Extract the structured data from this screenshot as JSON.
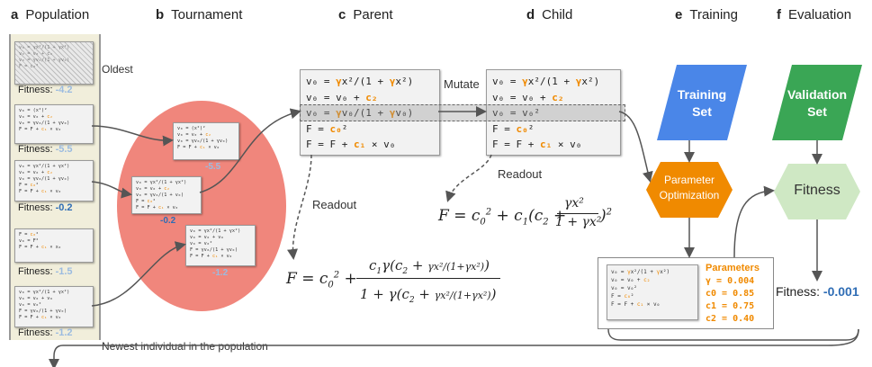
{
  "panels": {
    "a": {
      "letter": "a",
      "title": "Population"
    },
    "b": {
      "letter": "b",
      "title": "Tournament"
    },
    "c": {
      "letter": "c",
      "title": "Parent"
    },
    "d": {
      "letter": "d",
      "title": "Child"
    },
    "e": {
      "letter": "e",
      "title": "Training"
    },
    "f": {
      "letter": "f",
      "title": "Evaluation"
    }
  },
  "population": {
    "oldest_label": "Oldest",
    "newest_label": "Newest individual in the population",
    "fitness_prefix": "Fitness:",
    "individuals": [
      {
        "fitness": "-4.2"
      },
      {
        "fitness": "-5.5"
      },
      {
        "fitness": "-0.2"
      },
      {
        "fitness": "-1.5"
      },
      {
        "fitness": "-1.2"
      }
    ]
  },
  "tournament": {
    "fitness": [
      "-5.5",
      "-0.2",
      "-1.2"
    ]
  },
  "parent": {
    "lines": [
      "v0 = γx²/(1 + γx²)",
      "v0 = v0 + c2",
      "v0 = γv0/(1 + γv0)",
      "F = c0²",
      "F = F + c1 × v0"
    ],
    "readout_label": "Readout"
  },
  "child": {
    "lines": [
      "v0 = γx²/(1 + γx²)",
      "v0 = v0 + c2",
      "v0 = v0²",
      "F = c0²",
      "F = F + c1 × v0"
    ],
    "readout_label": "Readout"
  },
  "mutate_label": "Mutate",
  "training": {
    "set_label": "Training Set",
    "opt_label": "Parameter Optimization"
  },
  "evaluation": {
    "set_label": "Validation Set",
    "fitness_label": "Fitness",
    "result_prefix": "Fitness:",
    "result_value": "-0.001"
  },
  "parameters": {
    "title": "Parameters",
    "values": [
      "γ = 0.004",
      "c0 = 0.85",
      "c1 = 0.75",
      "c2 = 0.40"
    ]
  },
  "colors": {
    "blue": "#4a86e8",
    "green": "#3aa655",
    "orange": "#f08a00",
    "light_green": "#cfe8c4",
    "ellipse": "#f0867c"
  }
}
